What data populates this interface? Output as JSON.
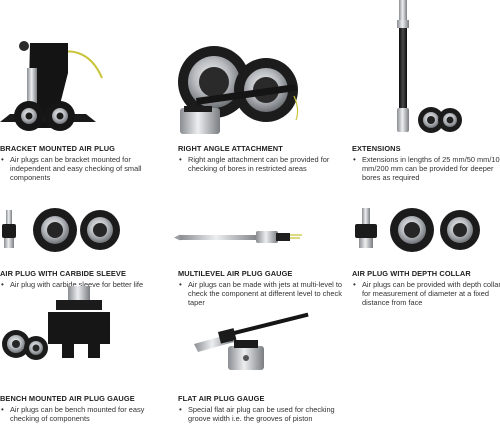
{
  "items": [
    {
      "title": "BRACKET MOUNTED AIR PLUG",
      "description": "Air plugs can be bracket mounted for independent and easy checking of small components",
      "icon": "bracket-mounted-air-plug-image"
    },
    {
      "title": "RIGHT ANGLE ATTACHMENT",
      "description": "Right angle attachment can be provided for checking of bores in restricted areas",
      "icon": "right-angle-attachment-image"
    },
    {
      "title": "EXTENSIONS",
      "description": "Extensions in lengths of 25 mm/50 mm/100 mm/200 mm can be provided for deeper bores as required",
      "icon": "extensions-image"
    },
    {
      "title": "AIR PLUG WITH CARBIDE SLEEVE",
      "description": "Air plug with carbide sleeve for better life",
      "icon": "carbide-sleeve-image"
    },
    {
      "title": "MULTILEVEL AIR PLUG GAUGE",
      "description": "Air plugs can be made with jets at multi-level to check the component at different level to check taper",
      "icon": "multilevel-gauge-image"
    },
    {
      "title": "AIR PLUG WITH DEPTH COLLAR",
      "description": "Air plugs can be provided with depth collar for measurement of diameter at a fixed distance from face",
      "icon": "depth-collar-image"
    },
    {
      "title": "BENCH MOUNTED AIR PLUG GAUGE",
      "description": "Air plugs can be bench mounted for easy checking of components",
      "icon": "bench-mounted-gauge-image"
    },
    {
      "title": "FLAT AIR PLUG GAUGE",
      "description": "Special flat air plug can be used for checking groove width i.e. the grooves of piston",
      "icon": "flat-air-plug-image"
    }
  ],
  "colors": {
    "steel": "#c9ccd0",
    "dark": "#1f1f1f",
    "cable": "#c9c43a"
  }
}
